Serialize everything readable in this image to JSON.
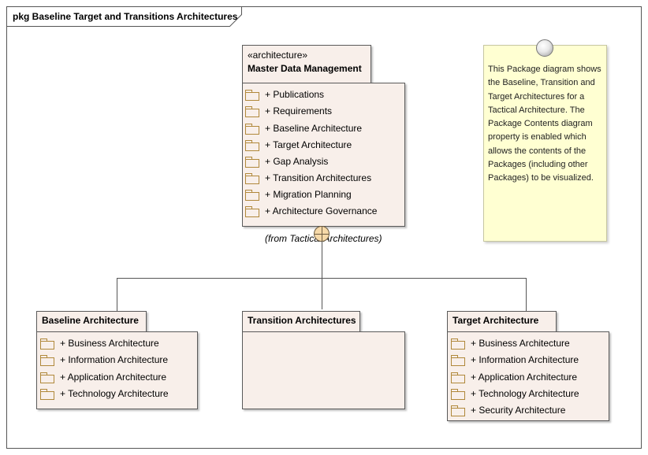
{
  "frame": {
    "title": "pkg Baseline Target and Transitions Architectures"
  },
  "master": {
    "stereotype": "«architecture»",
    "name": "Master Data Management",
    "from": "(from Tactical Architectures)",
    "items": [
      "+ Publications",
      "+ Requirements",
      "+ Baseline Architecture",
      "+ Target Architecture",
      "+ Gap Analysis",
      "+ Transition Architectures",
      "+ Migration Planning",
      "+ Architecture Governance"
    ]
  },
  "baseline": {
    "name": "Baseline Architecture",
    "items": [
      "+ Business Architecture",
      "+ Information Architecture",
      "+ Application Architecture",
      "+ Technology Architecture"
    ]
  },
  "transition": {
    "name": "Transition Architectures",
    "items": []
  },
  "target": {
    "name": "Target Architecture",
    "items": [
      "+ Business Architecture",
      "+ Information Architecture",
      "+ Application Architecture",
      "+ Technology Architecture",
      "+ Security Architecture"
    ]
  },
  "note": {
    "text": "This Package diagram shows the Baseline, Transition and Target Architectures for a Tactical Architecture. The Package Contents diagram property is enabled which allows the contents of the Packages (including other Packages) to be visualized."
  },
  "colors": {
    "package_fill": "#f8efea",
    "note_fill": "#ffffd2",
    "folder_stroke": "#b0883a",
    "nesting_fill": "#f6d9a8"
  }
}
